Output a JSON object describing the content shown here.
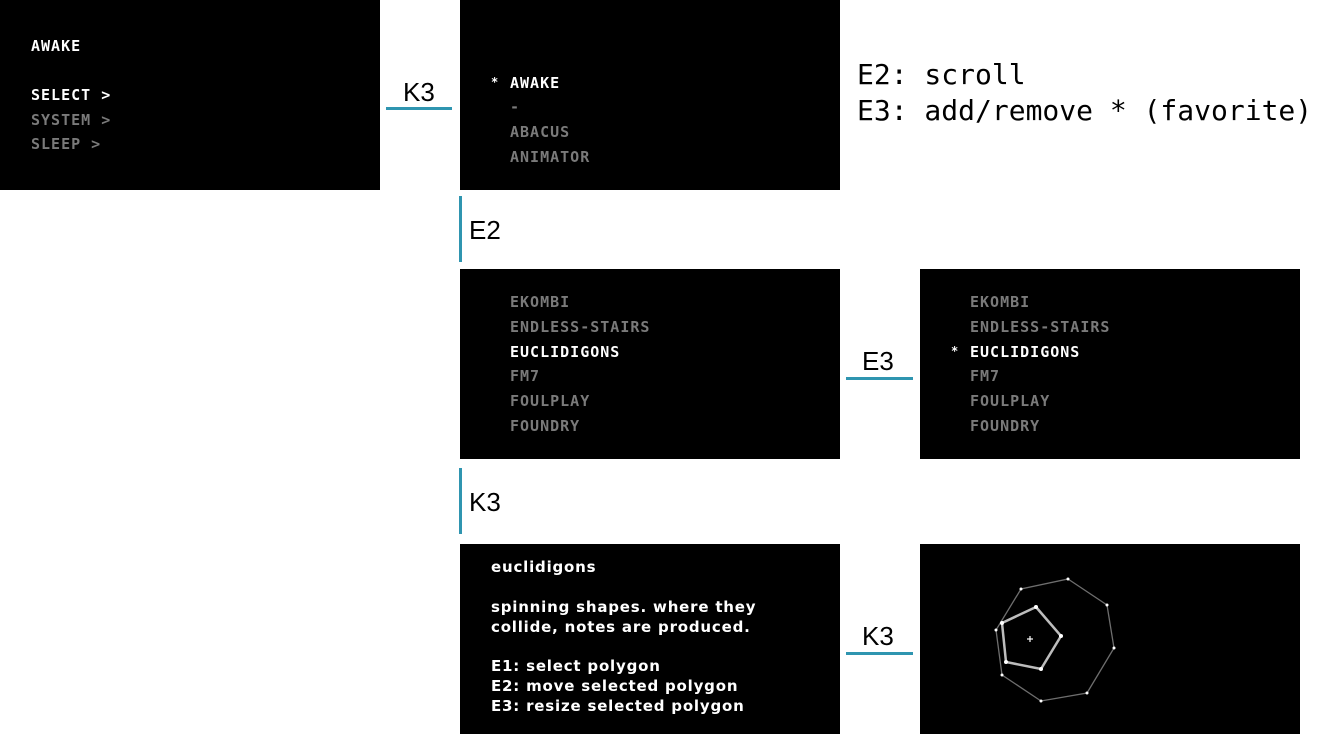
{
  "screen1": {
    "title": "AWAKE",
    "items": [
      "SELECT >",
      "SYSTEM >",
      "SLEEP >"
    ]
  },
  "screen2": {
    "star": "*",
    "items": [
      "AWAKE",
      "-",
      "ABACUS",
      "ANIMATOR"
    ]
  },
  "instructions": [
    "E2: scroll",
    "E3: add/remove * (favorite)"
  ],
  "screen3": {
    "items": [
      "EKOMBI",
      "ENDLESS-STAIRS",
      "EUCLIDIGONS",
      "FM7",
      "FOULPLAY",
      "FOUNDRY"
    ]
  },
  "screen4": {
    "star": "*",
    "items": [
      "EKOMBI",
      "ENDLESS-STAIRS",
      "EUCLIDIGONS",
      "FM7",
      "FOULPLAY",
      "FOUNDRY"
    ]
  },
  "screen5": {
    "title": "euclidigons",
    "description": [
      "spinning shapes. where they",
      "collide, notes are produced."
    ],
    "controls": [
      "E1: select polygon",
      "E2: move selected polygon",
      "E3: resize selected polygon"
    ]
  },
  "arrows": {
    "k3_top": "K3",
    "e2": "E2",
    "e3": "E3",
    "k3_mid": "K3",
    "k3_bottom": "K3"
  },
  "colors": {
    "screen_bg": "#000000",
    "text_active": "#ffffff",
    "text_dim": "#7a7a7a",
    "connector": "#2f95b0"
  }
}
